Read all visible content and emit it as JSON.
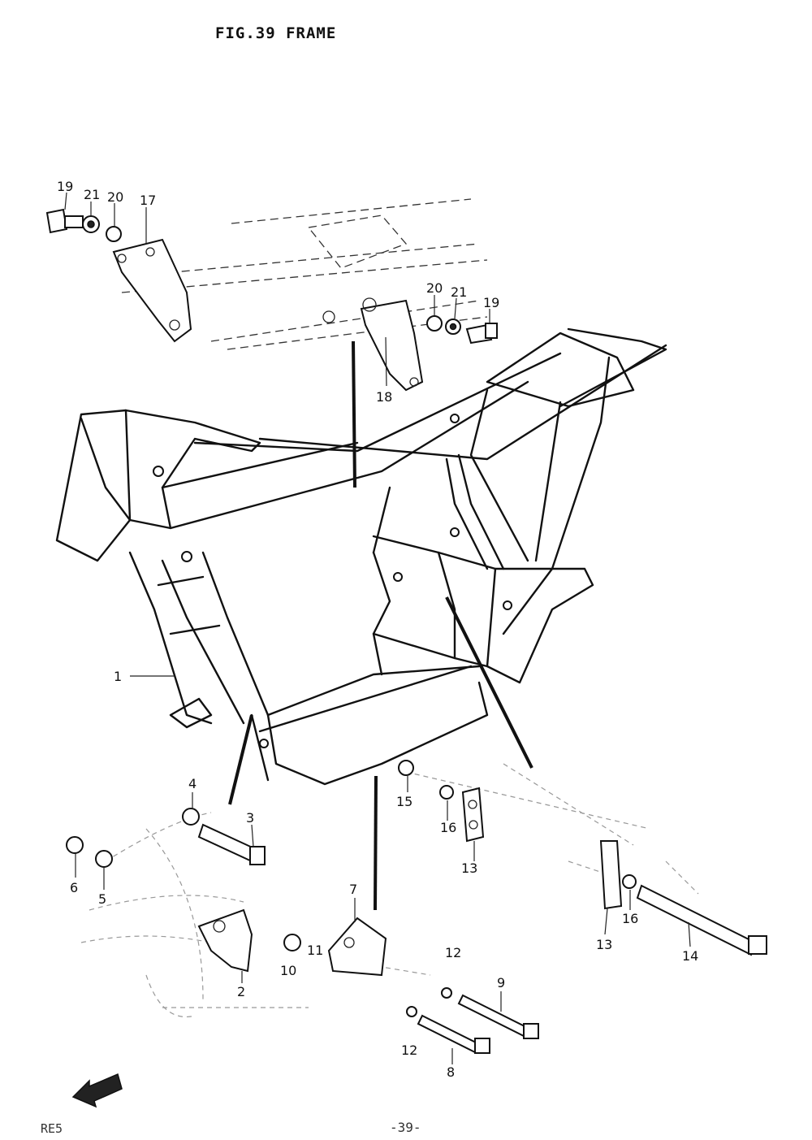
{
  "title": "FIG.39  FRAME",
  "footer": {
    "model": "RE5",
    "page": "-39-"
  },
  "callouts": {
    "c1": "1",
    "c2": "2",
    "c3": "3",
    "c4": "4",
    "c5": "5",
    "c6": "6",
    "c7": "7",
    "c8": "8",
    "c9": "9",
    "c10": "10",
    "c11": "11",
    "c12a": "12",
    "c12b": "12",
    "c13a": "13",
    "c13b": "13",
    "c14": "14",
    "c15": "15",
    "c16a": "16",
    "c16b": "16",
    "c17": "17",
    "c18": "18",
    "c19a": "19",
    "c19b": "19",
    "c20a": "20",
    "c20b": "20",
    "c21a": "21",
    "c21b": "21"
  },
  "icons": {
    "fwd_arrow": "fwd-arrow-icon"
  },
  "colors": {
    "ink": "#111111",
    "paper": "#ffffff"
  }
}
